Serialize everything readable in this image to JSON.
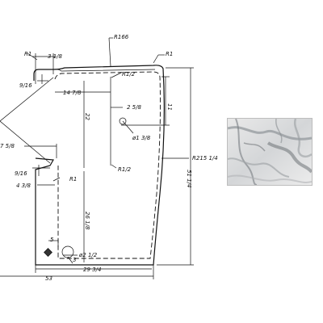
{
  "drawing": {
    "dimensions": {
      "r166": "R166",
      "r1_top_left": "R1",
      "r1_top_right": "R1",
      "d3_1_8": "3 1/8",
      "d9_16_top": "9/16",
      "r1_2_top": "R1/2",
      "d14_7_8": "14 7/8",
      "d11": "11",
      "d2_5_8": "2 5/8",
      "d22": "22",
      "dia1_3_8": "ø1 3/8",
      "r215_1_4": "R215 1/4",
      "d7_5_8": "7 5/8",
      "d51_1_4": "51 1/4",
      "d9_16_mid": "9/16",
      "r1_mid": "R1",
      "r1_2_mid": "R1/2",
      "d4_3_8": "4 3/8",
      "d26_1_8": "26 1/8",
      "d5": "5",
      "d3": "3",
      "dia2_1_2": "ø2 1/2",
      "d29_3_4": "29 3/4",
      "d53": "53"
    }
  },
  "material": {
    "swatch_icon": "marble-texture"
  }
}
